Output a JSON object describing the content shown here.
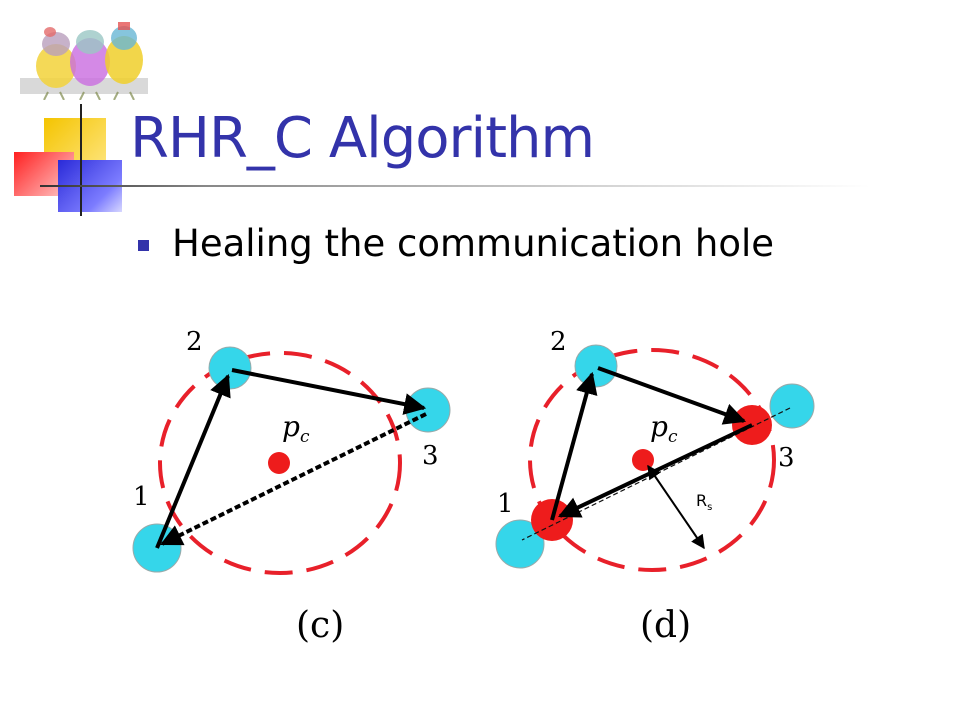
{
  "slide": {
    "title": "RHR_C Algorithm",
    "bullets": [
      {
        "text": "Healing the communication hole"
      }
    ]
  },
  "diagram": {
    "panels": [
      {
        "caption": "(c)",
        "center_label": "p",
        "center_label_subscript": "c",
        "nodes": [
          {
            "label": "1",
            "color": "#35d6ea"
          },
          {
            "label": "2",
            "color": "#35d6ea"
          },
          {
            "label": "3",
            "color": "#35d6ea"
          }
        ]
      },
      {
        "caption": "(d)",
        "center_label": "p",
        "center_label_subscript": "c",
        "radius_label": "R",
        "radius_label_subscript": "s",
        "nodes": [
          {
            "label": "1",
            "color": "#35d6ea"
          },
          {
            "label": "2",
            "color": "#35d6ea"
          },
          {
            "label": "3",
            "color": "#35d6ea"
          }
        ]
      }
    ],
    "colors": {
      "sensor": "#35d6ea",
      "moved_sensor": "#ee1c1c",
      "circle": "#e8202a",
      "arrow": "#000000",
      "title": "#3333aa"
    }
  }
}
